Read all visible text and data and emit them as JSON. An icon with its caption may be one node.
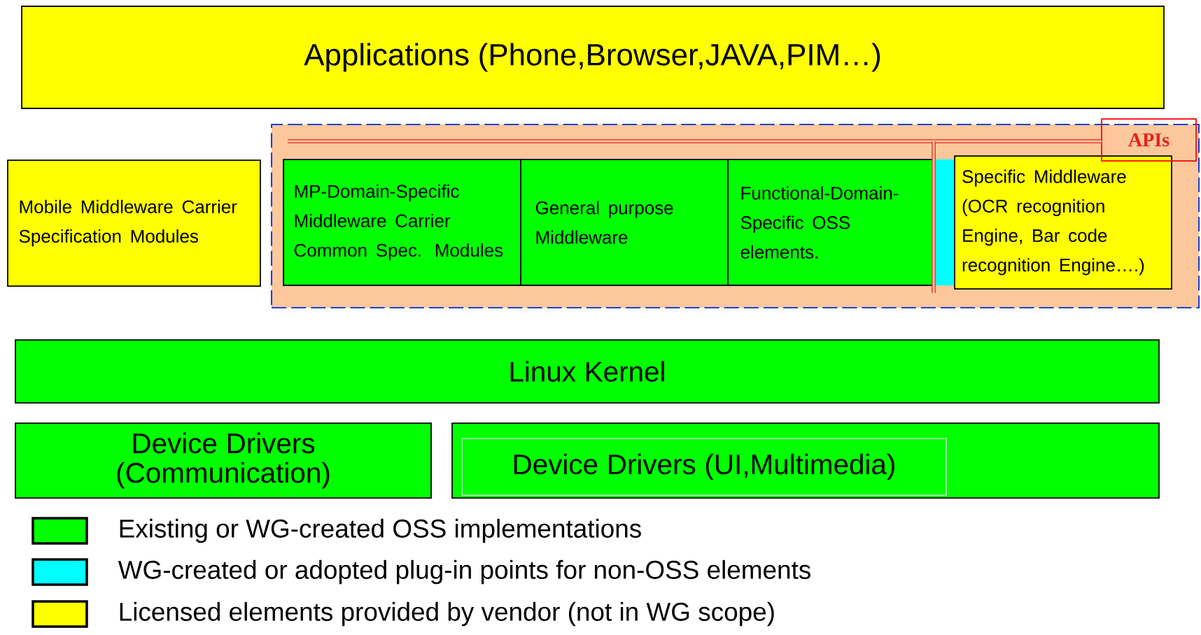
{
  "diagram": {
    "nodes": [
      {
        "text": [
          "Applications (Phone,Browser,JAVA,PIM…)"
        ]
      },
      {
        "text": [
          "Mobile Middleware Carrier Specification Modules"
        ]
      },
      {
        "text": [],
        "shape": "box"
      },
      {
        "text": [
          "MP-Domain-Specific Middleware Carrier Common Spec. Modules"
        ],
        "in": 2
      },
      {
        "text": [
          "General purpose Middleware"
        ],
        "in": 2
      },
      {
        "text": [
          "Functional-Domain-Specific OSS elements."
        ],
        "in": 2
      },
      {
        "text": [],
        "shape": "box",
        "in": 2
      },
      {
        "text": [
          "Specific Middleware (OCR recognition Engine, Bar code recognition Engine….)"
        ],
        "in": 2
      },
      {
        "text": [
          "APIs"
        ]
      },
      {
        "text": [
          "Linux Kernel"
        ]
      },
      {
        "text": [
          "Device Drivers (Communication)"
        ]
      },
      {
        "text": [],
        "shape": "box"
      },
      {
        "text": [
          "Device Drivers (UI,Multimedia)"
        ],
        "in": 11
      }
    ],
    "legend": [
      {
        "text": "Existing or WG-created OSS implementations",
        "color": "#00ff00"
      },
      {
        "text": "WG-created or adopted plug-in points for non-OSS elements",
        "color": "#00ffff"
      },
      {
        "text": "Licensed elements provided by vendor (not in WG scope)",
        "color": "#ffff00"
      }
    ]
  }
}
